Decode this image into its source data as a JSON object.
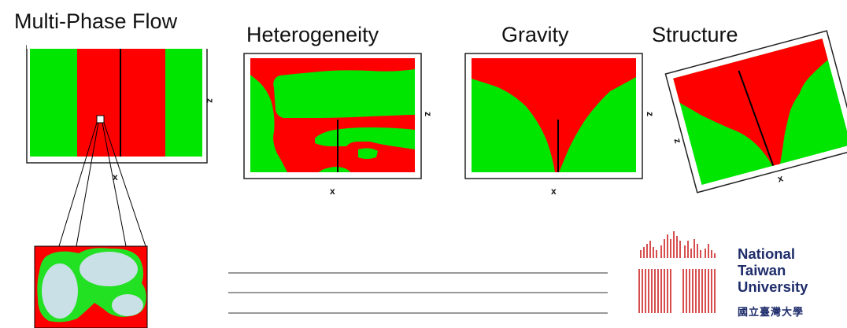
{
  "titles": {
    "multiphase": "Multi-Phase Flow",
    "heterogeneity": "Heterogeneity",
    "gravity": "Gravity",
    "structure": "Structure"
  },
  "axes": {
    "panel1_z": "z",
    "panel1_x": "x",
    "panel2_z": "z",
    "panel2_x": "x",
    "panel3_z": "z",
    "panel3_x": "x",
    "panel4_z": "z",
    "panel4_x": "x"
  },
  "logo": {
    "line1": "National",
    "line2": "Taiwan",
    "line3": "University",
    "chinese": "國立臺灣大學"
  },
  "colors": {
    "phase_a": "#ff0000",
    "phase_b": "#00e600",
    "grain": "#c8e0e6",
    "logo_red": "#cc2222",
    "logo_blue": "#1f2d6b"
  }
}
